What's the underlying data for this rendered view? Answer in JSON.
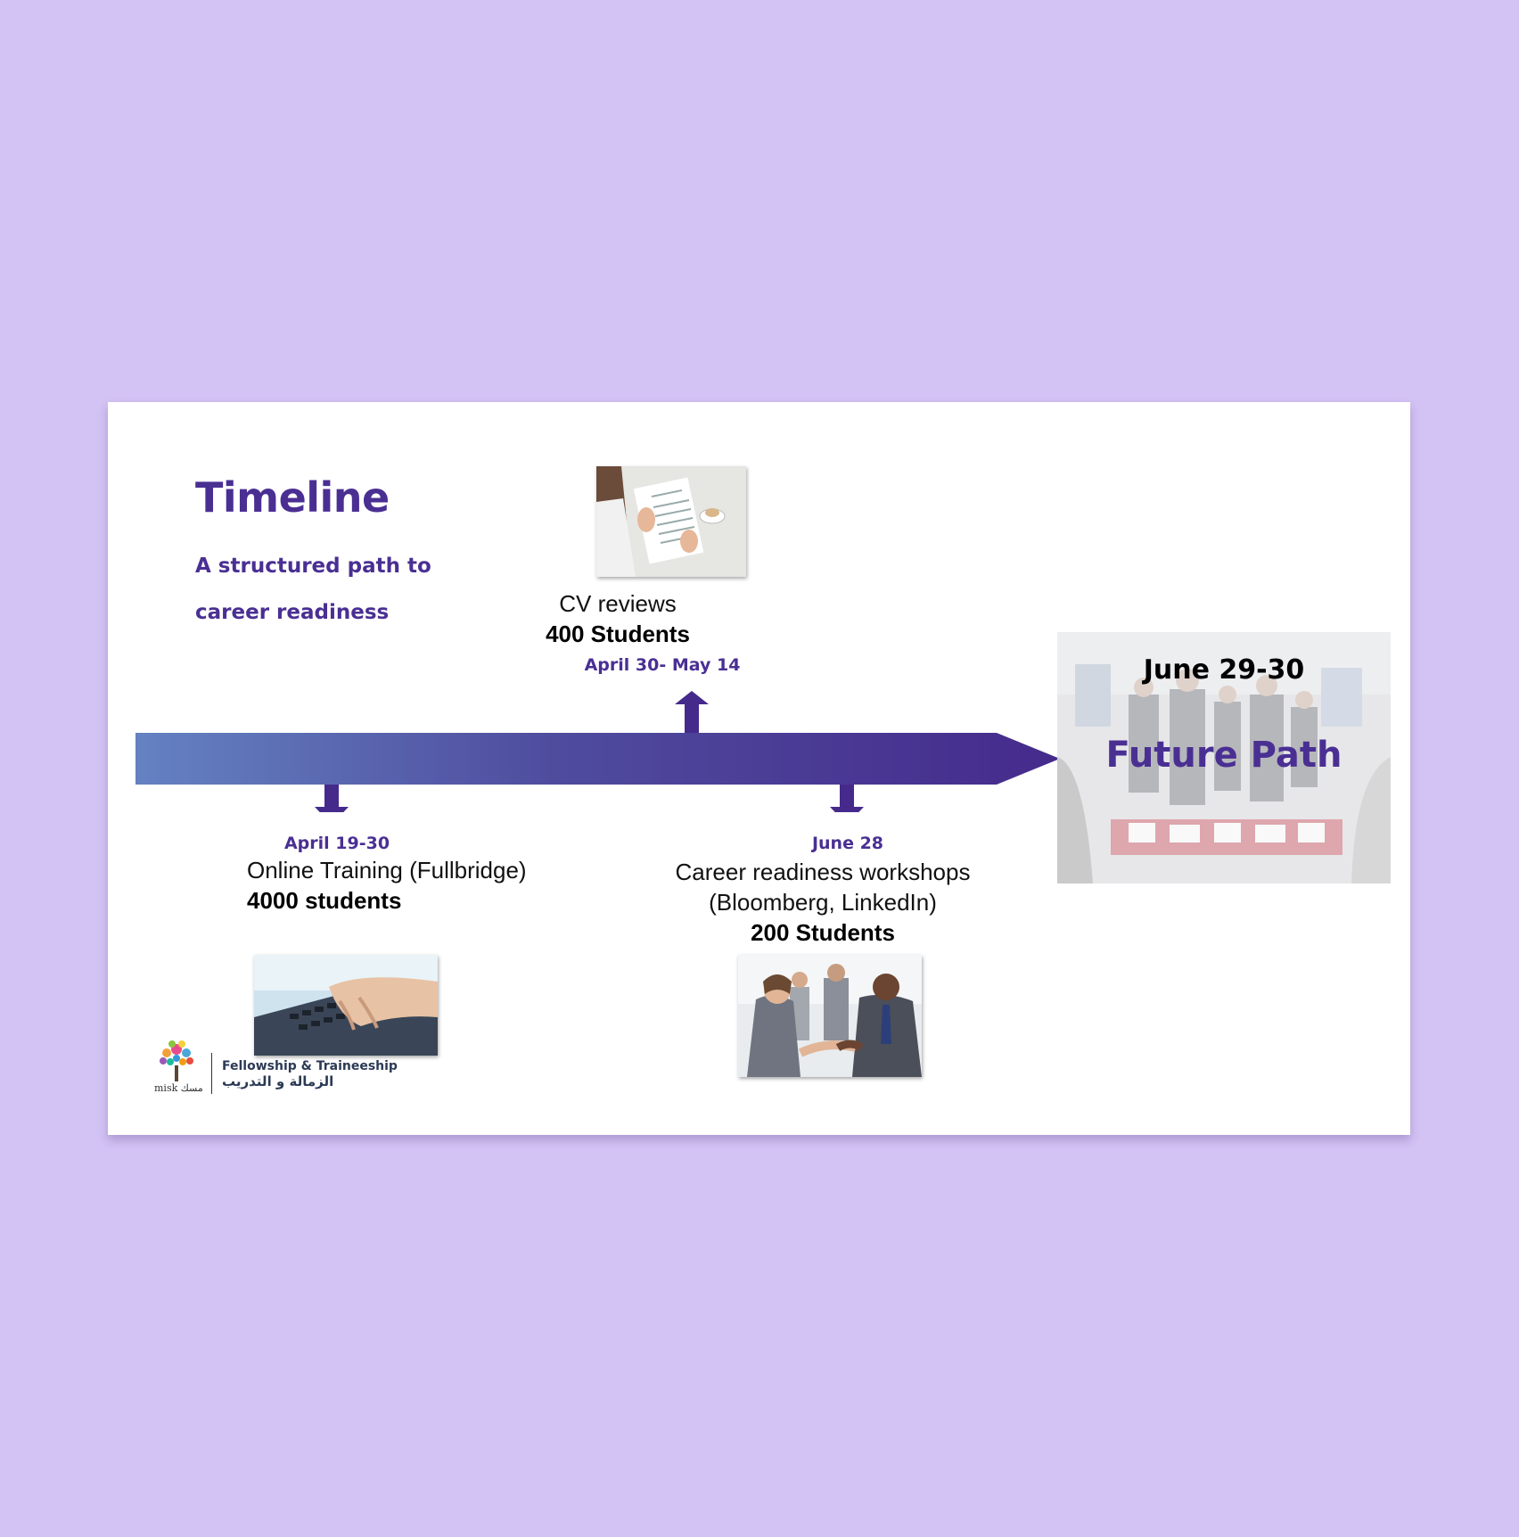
{
  "slide": {
    "title": "Timeline",
    "subtitle_lines": [
      "A structured path to",
      "career readiness"
    ]
  },
  "milestones": [
    {
      "date": "April 19-30",
      "description": "Online Training (Fullbridge)",
      "count": "4000 students",
      "image": "typing-on-laptop-photo",
      "arrow": "down"
    },
    {
      "date": "April 30- May 14",
      "description": "CV reviews",
      "count": "400 Students",
      "image": "reading-cv-photo",
      "arrow": "up"
    },
    {
      "date": "June 28",
      "description_lines": [
        "Career readiness workshops",
        "(Bloomberg, LinkedIn)"
      ],
      "count": "200 Students",
      "image": "business-handshake-photo",
      "arrow": "down"
    }
  ],
  "future": {
    "date": "June 29-30",
    "label": "Future Path",
    "image": "career-fair-photo"
  },
  "logo": {
    "name_en": "misk",
    "name_ar": "مسك",
    "program_en": "Fellowship & Traineeship",
    "program_ar": "الزمالة و التدريب"
  },
  "colors": {
    "background": "#d3c2f4",
    "accent": "#4a2f93",
    "arrow_start": "#6482c2",
    "arrow_end": "#452a8c"
  }
}
